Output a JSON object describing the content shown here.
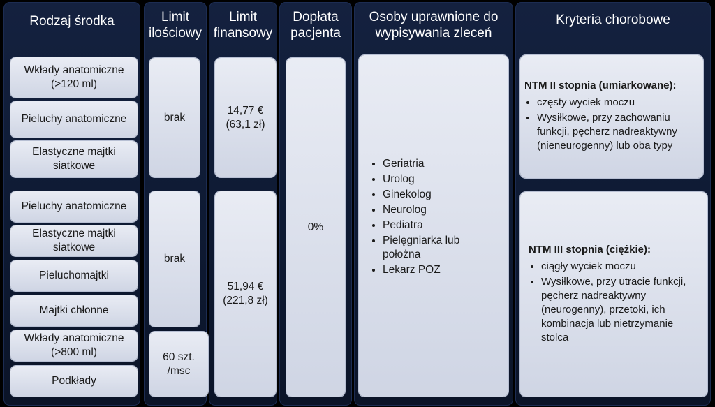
{
  "headers": {
    "rodzaj": "Rodzaj środka",
    "limit_ilosciowy": "Limit ilościowy",
    "limit_finansowy": "Limit finansowy",
    "doplata": "Dopłata pacjenta",
    "osoby": "Osoby uprawnione do wypisywania zleceń",
    "kryteria": "Kryteria chorobowe"
  },
  "rodzaj": [
    "Wkłady anatomiczne (>120 ml)",
    "Pieluchy anatomiczne",
    "Elastyczne majtki siatkowe",
    "Pieluchy anatomiczne",
    "Elastyczne majtki siatkowe",
    "Pieluchomajtki",
    "Majtki chłonne",
    "Wkłady anatomiczne (>800 ml)",
    "Podkłady"
  ],
  "limit_ilosciowy": [
    "brak",
    "brak",
    "60 szt. /msc"
  ],
  "limit_finansowy": [
    {
      "eur": "14,77 €",
      "pln": "(63,1 zł)"
    },
    {
      "eur": "51,94 €",
      "pln": "(221,8 zł)"
    }
  ],
  "doplata": "0%",
  "osoby": [
    "Geriatria",
    "Urolog",
    "Ginekolog",
    "Neurolog",
    "Pediatra",
    "Pielęgniarka lub położna",
    "Lekarz POZ"
  ],
  "kryteria": [
    {
      "title": "NTM II stopnia (umiarkowane):",
      "items": [
        "częsty wyciek moczu",
        "Wysiłkowe, przy zachowaniu funkcji, pęcherz nadreaktywny (nieneurogenny) lub oba typy"
      ]
    },
    {
      "title": "NTM III stopnia (ciężkie):",
      "items": [
        "ciągły wyciek moczu",
        "Wysiłkowe, przy utracie funkcji, pęcherz nadreaktywny (neurogenny), przetoki, ich kombinacja lub nietrzymanie stolca"
      ]
    }
  ]
}
